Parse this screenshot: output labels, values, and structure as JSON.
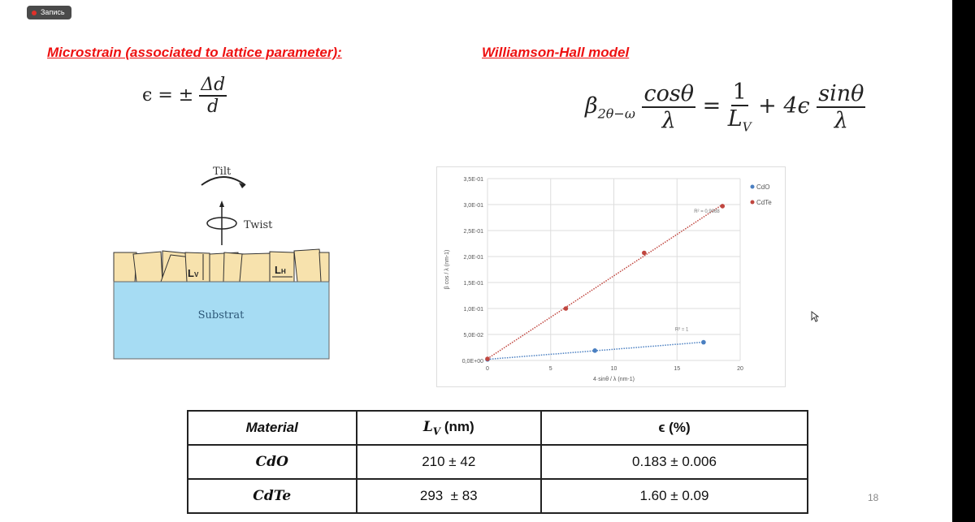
{
  "recording_badge": {
    "label": "Запись"
  },
  "headings": {
    "left": "Microstrain (associated to lattice parameter):",
    "right": "Williamson-Hall model"
  },
  "formulas": {
    "strain": {
      "lhs": "ϵ = ±",
      "num": "Δd",
      "den": "d"
    },
    "wh": {
      "beta": "β",
      "beta_sub": "2θ−ω",
      "frac1_num": "cosθ",
      "frac1_den": "λ",
      "eq": "=",
      "frac2_num": "1",
      "frac2_den": "L",
      "frac2_den_sub": "V",
      "plus": "+ 4ϵ",
      "frac3_num": "sinθ",
      "frac3_den": "λ"
    }
  },
  "diagram": {
    "tilt": "Tilt",
    "twist": "Twist",
    "lv": "L",
    "lv_sub": "V",
    "lh": "L",
    "lh_sub": "H",
    "substrate": "Substrat"
  },
  "chart_data": {
    "type": "scatter",
    "title": "",
    "xlabel": "4·sinθ / λ (nm-1)",
    "ylabel": "β cos / λ (nm-1)",
    "xlim": [
      0,
      20
    ],
    "ylim": [
      0,
      0.35
    ],
    "x_ticks": [
      "0",
      "5",
      "10",
      "15",
      "20"
    ],
    "y_ticks": [
      "0,0E+00",
      "5,0E-02",
      "1,0E-01",
      "1,5E-01",
      "2,0E-01",
      "2,5E-01",
      "3,0E-01",
      "3,5E-01"
    ],
    "grid": true,
    "legend_position": "top-right",
    "series": [
      {
        "name": "CdO",
        "color": "#4a7fc1",
        "x": [
          0,
          8.5,
          17.1
        ],
        "y": [
          0.002,
          0.019,
          0.035
        ],
        "trendline": "R² = 1"
      },
      {
        "name": "CdTe",
        "color": "#c0463f",
        "x": [
          0,
          6.2,
          12.4,
          18.6
        ],
        "y": [
          0.003,
          0.1,
          0.207,
          0.297
        ],
        "trendline": "R² = 0,9988"
      }
    ]
  },
  "table": {
    "headers": [
      "Material",
      "L",
      "V",
      " (nm)",
      "ϵ (%)"
    ],
    "rows": [
      {
        "material": "CdO",
        "lv": "210 ± 42",
        "eps": "0.183 ± 0.006"
      },
      {
        "material": "CdTe",
        "lv": "293  ± 83",
        "eps": "1.60 ± 0.09"
      }
    ]
  },
  "page_number": "18"
}
